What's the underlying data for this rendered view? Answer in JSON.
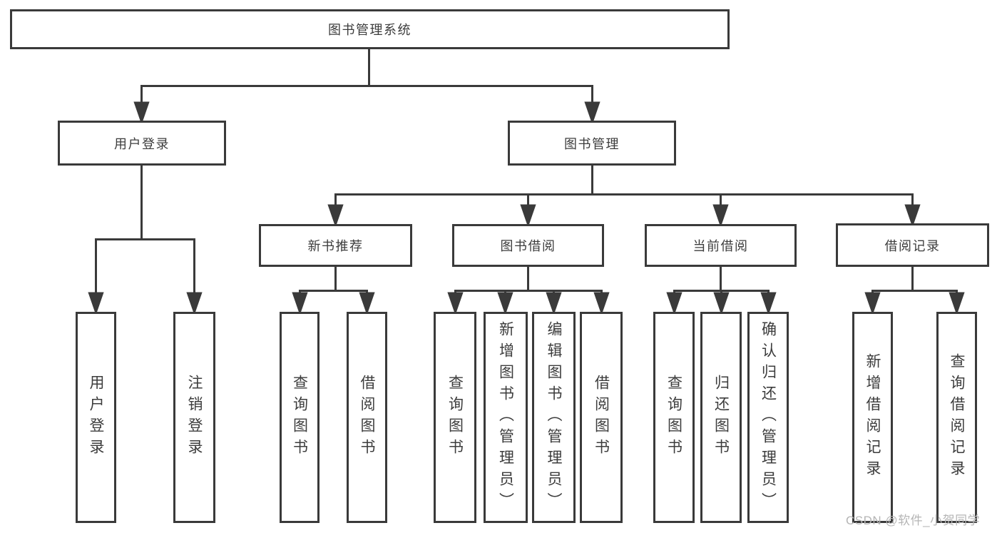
{
  "diagram": {
    "root": {
      "label": "图书管理系统"
    },
    "branches": [
      {
        "label": "用户登录",
        "children": [
          {
            "label": "用户登录"
          },
          {
            "label": "注销登录"
          }
        ]
      },
      {
        "label": "图书管理",
        "groups": [
          {
            "label": "新书推荐",
            "children": [
              {
                "label": "查询图书"
              },
              {
                "label": "借阅图书"
              }
            ]
          },
          {
            "label": "图书借阅",
            "children": [
              {
                "label": "查询图书"
              },
              {
                "label": "新增图书（管理员）"
              },
              {
                "label": "编辑图书（管理员）"
              },
              {
                "label": "借阅图书"
              }
            ]
          },
          {
            "label": "当前借阅",
            "children": [
              {
                "label": "查询图书"
              },
              {
                "label": "归还图书"
              },
              {
                "label": "确认归还（管理员）"
              }
            ]
          },
          {
            "label": "借阅记录",
            "children": [
              {
                "label": "新增借阅记录"
              },
              {
                "label": "查询借阅记录"
              }
            ]
          }
        ]
      }
    ],
    "watermark": "CSDN @软件_小贺同学",
    "colors": {
      "line": "#3a3a3a",
      "text": "#3c3c3c",
      "watermark": "#b5b5b5",
      "background": "#ffffff"
    }
  }
}
